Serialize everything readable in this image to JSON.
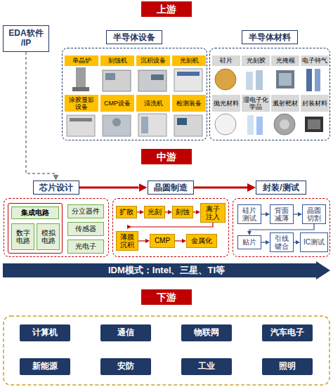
{
  "diagram": {
    "nodes": [
      {
        "text": [
          "上游"
        ]
      },
      {
        "text": [
          "EDA软件 /IP"
        ]
      },
      {
        "text": [
          "半导体设备"
        ]
      },
      {
        "text": [
          "单晶炉"
        ],
        "in": 2
      },
      {
        "text": [
          "刻蚀机"
        ],
        "in": 2
      },
      {
        "text": [
          "沉积设备"
        ],
        "in": 2
      },
      {
        "text": [
          "光刻机"
        ],
        "in": 2
      },
      {
        "text": [
          "涂胶显影设备"
        ],
        "in": 2
      },
      {
        "text": [
          "CMP设备"
        ],
        "in": 2
      },
      {
        "text": [
          "清洗机"
        ],
        "in": 2
      },
      {
        "text": [
          "检测装备"
        ],
        "in": 2
      },
      {
        "text": [
          "半导体材料"
        ]
      },
      {
        "text": [
          "硅片"
        ],
        "in": 11
      },
      {
        "text": [
          "光刻胶"
        ],
        "in": 11
      },
      {
        "text": [
          "光掩模"
        ],
        "in": 11
      },
      {
        "text": [
          "电子特气"
        ],
        "in": 11
      },
      {
        "text": [
          "抛光材料"
        ],
        "in": 11
      },
      {
        "text": [
          "湿电子化学品"
        ],
        "in": 11
      },
      {
        "text": [
          "溅射靶材"
        ],
        "in": 11
      },
      {
        "text": [
          "封装材料"
        ],
        "in": 11
      },
      {
        "text": [
          "中游"
        ]
      },
      {
        "text": [
          "芯片设计"
        ]
      },
      {
        "text": [
          "集成电路"
        ],
        "in": 21
      },
      {
        "text": [
          "数字电路"
        ],
        "in": 22
      },
      {
        "text": [
          "模拟电路"
        ],
        "in": 22
      },
      {
        "text": [
          "分立器件"
        ],
        "in": 21
      },
      {
        "text": [
          "传感器"
        ],
        "in": 21
      },
      {
        "text": [
          "光电子"
        ],
        "in": 21
      },
      {
        "text": [
          "晶圆制造"
        ]
      },
      {
        "text": [
          "扩散"
        ],
        "in": 28
      },
      {
        "text": [
          "光刻"
        ],
        "in": 28
      },
      {
        "text": [
          "刻蚀"
        ],
        "in": 28
      },
      {
        "text": [
          "离子注入"
        ],
        "in": 28
      },
      {
        "text": [
          "薄膜沉积"
        ],
        "in": 28
      },
      {
        "text": [
          "CMP"
        ],
        "in": 28
      },
      {
        "text": [
          "金属化"
        ],
        "in": 28
      },
      {
        "text": [
          "封装/测试"
        ]
      },
      {
        "text": [
          "硅片测试"
        ],
        "in": 36
      },
      {
        "text": [
          "背面减薄"
        ],
        "in": 36
      },
      {
        "text": [
          "晶圆切割"
        ],
        "in": 36
      },
      {
        "text": [
          "贴片"
        ],
        "in": 36
      },
      {
        "text": [
          "引线键合"
        ],
        "in": 36
      },
      {
        "text": [
          "IC测试"
        ],
        "in": 36
      },
      {
        "text": [
          "IDM模式：Intel、三星、TI等"
        ]
      },
      {
        "text": [
          "下游"
        ]
      },
      {
        "text": [
          "计算机"
        ]
      },
      {
        "text": [
          "通信"
        ]
      },
      {
        "text": [
          "物联网"
        ]
      },
      {
        "text": [
          "汽车电子"
        ]
      },
      {
        "text": [
          "新能源"
        ]
      },
      {
        "text": [
          "安防"
        ]
      },
      {
        "text": [
          "工业"
        ]
      },
      {
        "text": [
          "照明"
        ]
      }
    ],
    "edges": [
      {
        "from": 1,
        "to": 21,
        "arrow": "to"
      },
      {
        "from": 21,
        "to": 28,
        "arrow": "to"
      },
      {
        "from": 28,
        "to": 36,
        "arrow": "to"
      },
      {
        "from": 29,
        "to": 30,
        "arrow": "to"
      },
      {
        "from": 30,
        "to": 31,
        "arrow": "to"
      },
      {
        "from": 31,
        "to": 32,
        "arrow": "to"
      },
      {
        "from": 32,
        "to": 33,
        "arrow": "to"
      },
      {
        "from": 33,
        "to": 34,
        "arrow": "to"
      },
      {
        "from": 34,
        "to": 35,
        "arrow": "to"
      },
      {
        "from": 37,
        "to": 38,
        "arrow": "to"
      },
      {
        "from": 38,
        "to": 39,
        "arrow": "to"
      },
      {
        "from": 39,
        "to": 40,
        "arrow": "to"
      },
      {
        "from": 40,
        "to": 41,
        "arrow": "to"
      },
      {
        "from": 41,
        "to": 42,
        "arrow": "to"
      }
    ]
  }
}
